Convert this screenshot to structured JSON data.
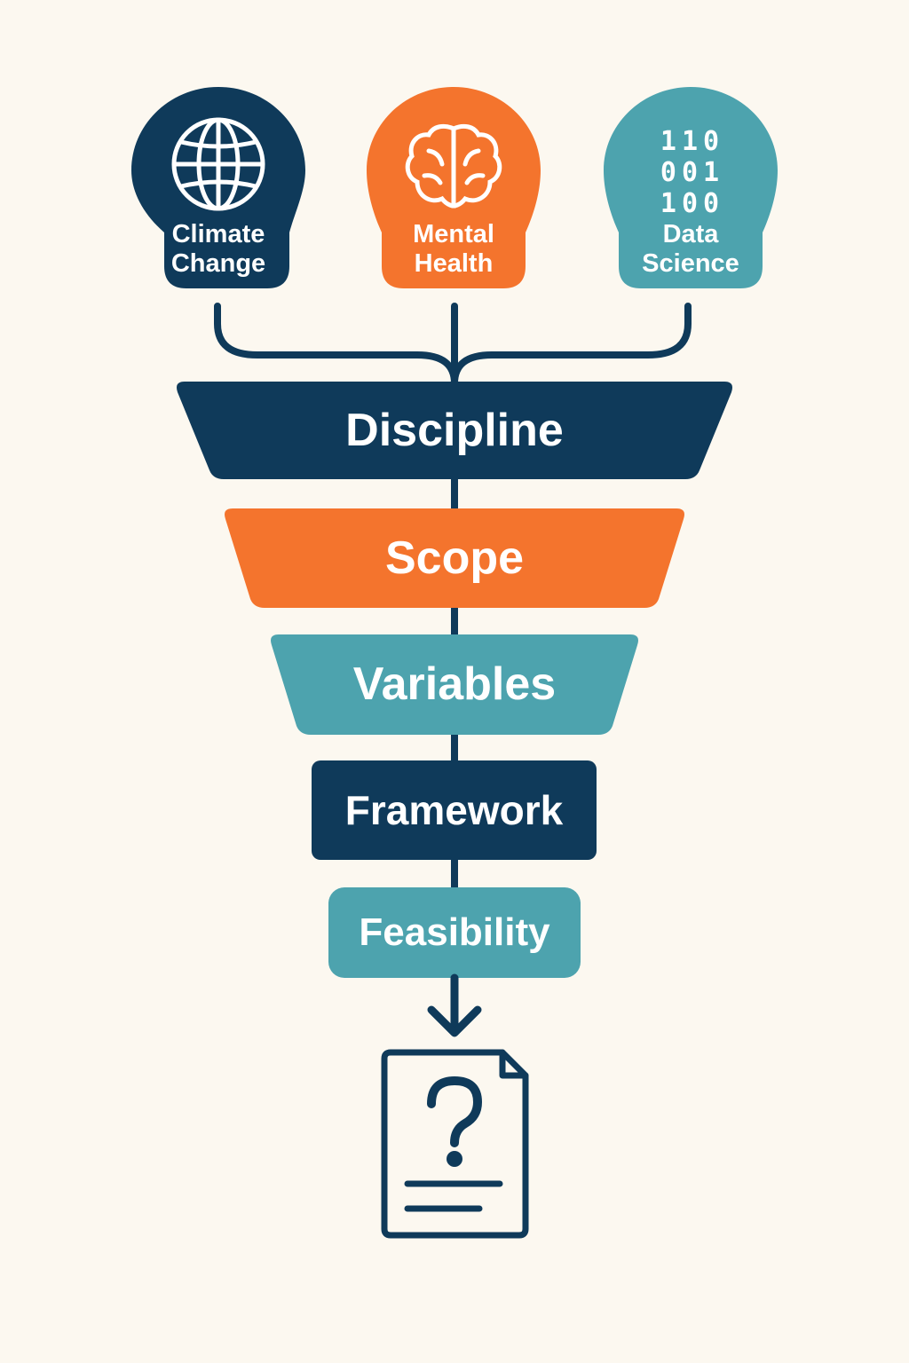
{
  "colors": {
    "navy": "#0f3a5a",
    "orange": "#f4742d",
    "teal": "#4da3ae",
    "background": "#fcf8f0",
    "label": "#ffffff"
  },
  "topics": [
    {
      "icon": "globe-icon",
      "label_line1": "Climate",
      "label_line2": "Change",
      "color": "#0f3a5a"
    },
    {
      "icon": "brain-icon",
      "label_line1": "Mental",
      "label_line2": "Health",
      "color": "#f4742d"
    },
    {
      "icon": "binary-icon",
      "label_line1": "Data",
      "label_line2": "Science",
      "color": "#4da3ae",
      "binary_rows": [
        "110",
        "001",
        "100"
      ]
    }
  ],
  "stages": [
    {
      "label": "Discipline",
      "color": "#0f3a5a"
    },
    {
      "label": "Scope",
      "color": "#f4742d"
    },
    {
      "label": "Variables",
      "color": "#4da3ae"
    },
    {
      "label": "Framework",
      "color": "#0f3a5a"
    },
    {
      "label": "Feasibility",
      "color": "#4da3ae"
    }
  ],
  "output": {
    "icon": "question-document-icon",
    "arrow_icon": "arrow-down-icon"
  }
}
